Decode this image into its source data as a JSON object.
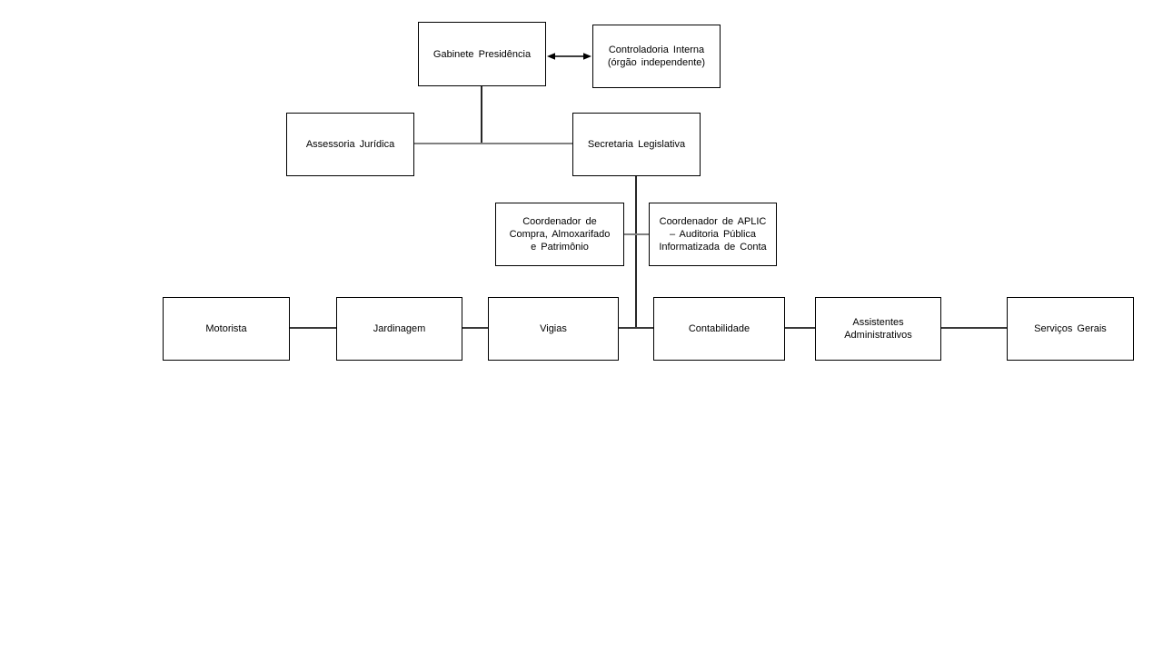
{
  "colors": {
    "background": "#ffffff",
    "box_border": "#000000",
    "text": "#000000",
    "connector_gray": "#808080",
    "connector_dark": "#3a3a3a",
    "arrow": "#000000"
  },
  "org_chart": {
    "nodes": {
      "gabinete": {
        "label": "Gabinete Presidência"
      },
      "controladoria": {
        "lines": [
          "Controladoria Interna",
          "(órgão independente)"
        ]
      },
      "assessoria": {
        "label": "Assessoria Jurídica"
      },
      "secretaria": {
        "label": "Secretaria Legislativa"
      },
      "coord_compra": {
        "lines": [
          "Coordenador de",
          "Compra, Almoxarifado",
          "e Patrimônio"
        ]
      },
      "coord_aplic": {
        "lines": [
          "Coordenador de APLIC",
          "– Auditoria Pública",
          "Informatizada de Conta"
        ]
      },
      "motorista": {
        "label": "Motorista"
      },
      "jardinagem": {
        "label": "Jardinagem"
      },
      "vigias": {
        "label": "Vigias"
      },
      "contabilidade": {
        "label": "Contabilidade"
      },
      "assistentes": {
        "label": "Assistentes Administrativos"
      },
      "servicos": {
        "label": "Serviços Gerais"
      }
    }
  }
}
